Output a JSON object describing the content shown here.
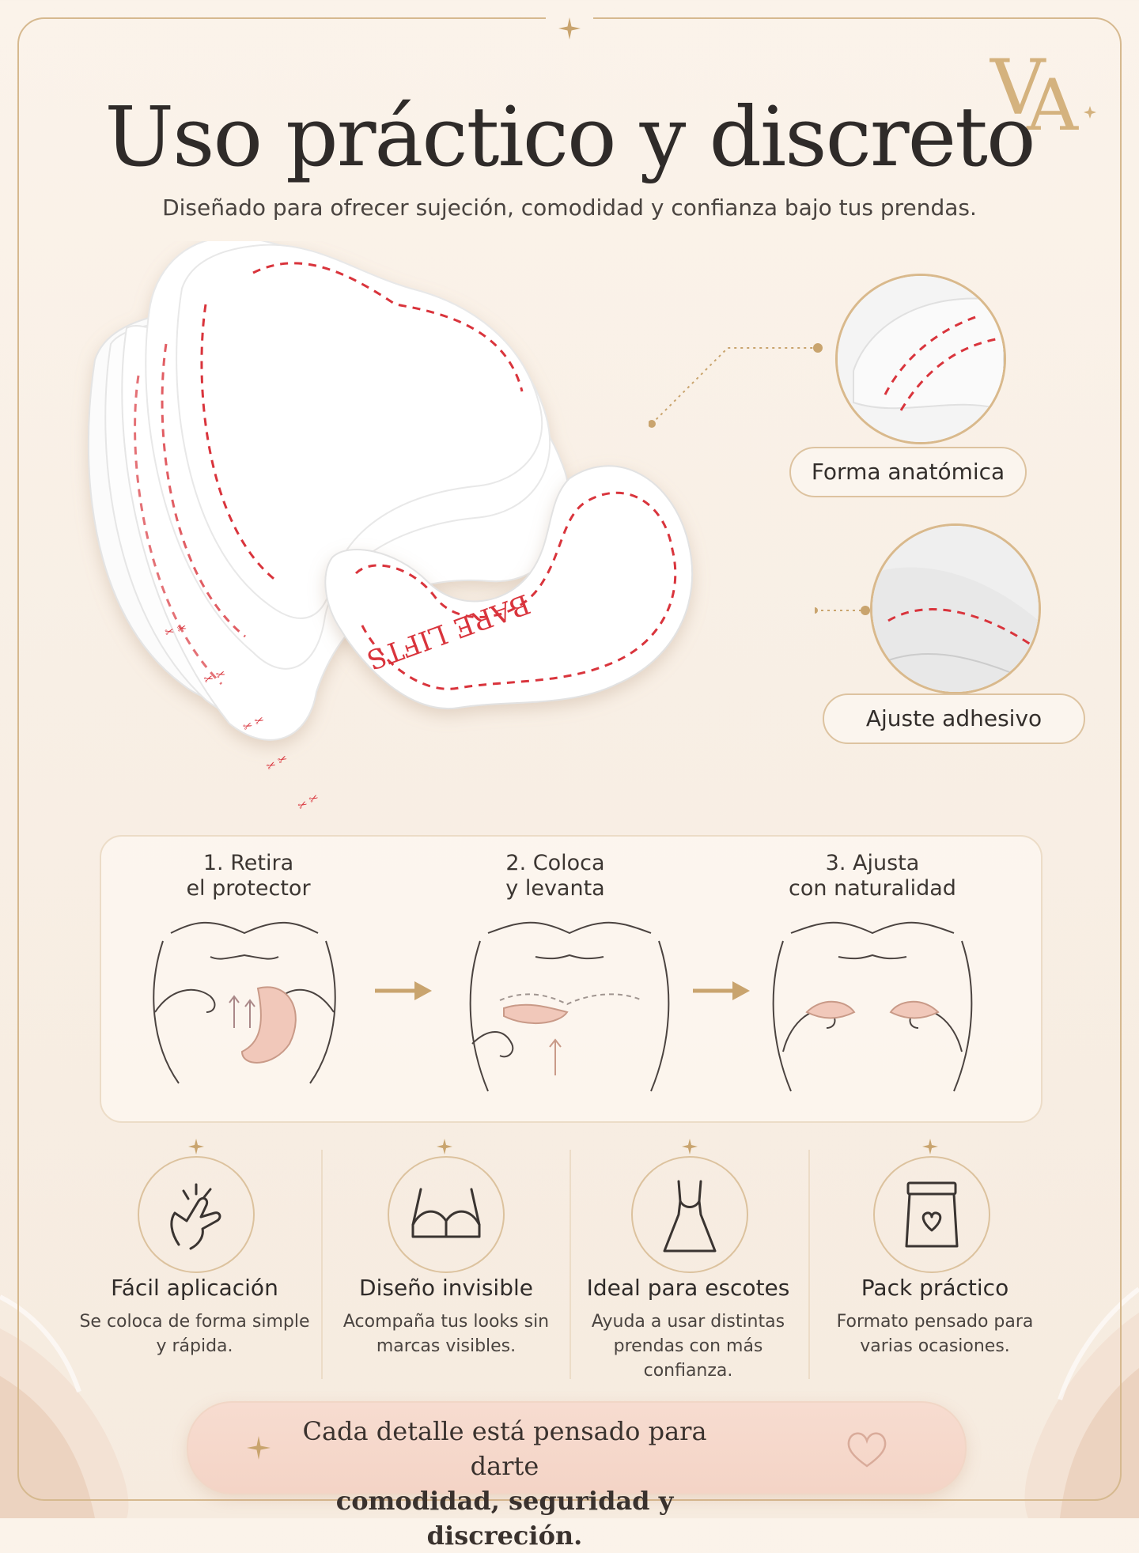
{
  "header": {
    "logo": "VA",
    "title": "Uso práctico y discreto",
    "subtitle": "Diseñado para ofrecer sujeción, comodidad y confianza bajo tus prendas."
  },
  "product": {
    "brand_print": "BARE LIFTS"
  },
  "callouts": [
    {
      "label": "Forma anatómica"
    },
    {
      "label": "Ajuste adhesivo"
    }
  ],
  "steps": [
    {
      "line1": "1. Retira",
      "line2": "el protector"
    },
    {
      "line1": "2. Coloca",
      "line2": "y levanta"
    },
    {
      "line1": "3. Ajusta",
      "line2": "con naturalidad"
    }
  ],
  "features": [
    {
      "icon": "hand-tap-icon",
      "title": "Fácil aplicación",
      "desc": "Se coloca de forma simple y rápida."
    },
    {
      "icon": "bra-icon",
      "title": "Diseño invisible",
      "desc": "Acompaña tus looks sin marcas visibles."
    },
    {
      "icon": "dress-icon",
      "title": "Ideal para escotes",
      "desc": "Ayuda a usar distintas prendas con más confianza."
    },
    {
      "icon": "pack-heart-icon",
      "title": "Pack práctico",
      "desc": "Formato pensado para varias ocasiones."
    }
  ],
  "banner": {
    "line1": "Cada detalle está pensado para darte",
    "line2": "comodidad, seguridad y discreción."
  },
  "colors": {
    "background": "#fbf3ea",
    "gold": "#c9a46e",
    "text": "#2f2b29",
    "banner": "#f5d7ca",
    "accent_red": "#d9343c"
  }
}
